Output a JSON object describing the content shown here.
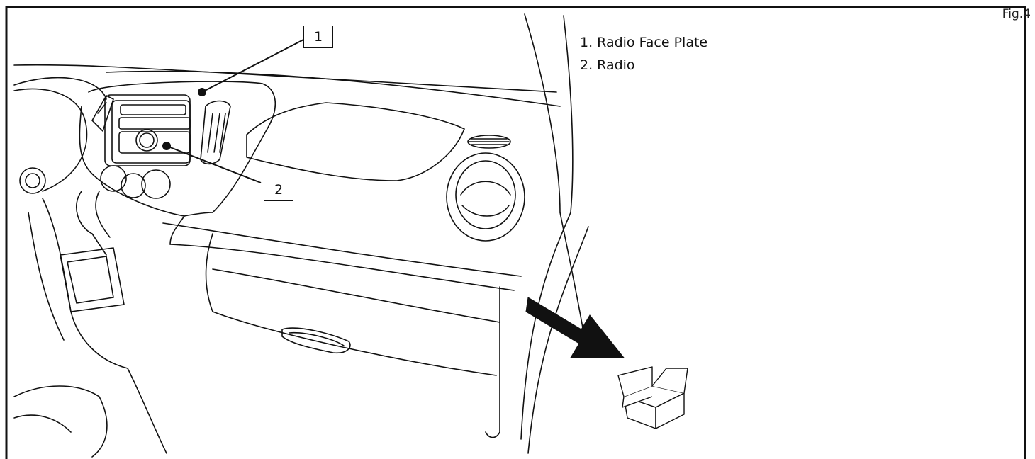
{
  "figure": {
    "label": "Fig.4"
  },
  "legend": [
    {
      "number": "1",
      "text": "1. Radio Face Plate"
    },
    {
      "number": "2",
      "text": "2. Radio"
    }
  ],
  "callouts": {
    "c1": "1",
    "c2": "2"
  },
  "icons": [
    "removal-arrow-icon",
    "storage-box-icon"
  ],
  "colors": {
    "line": "#111111",
    "background": "#ffffff"
  }
}
